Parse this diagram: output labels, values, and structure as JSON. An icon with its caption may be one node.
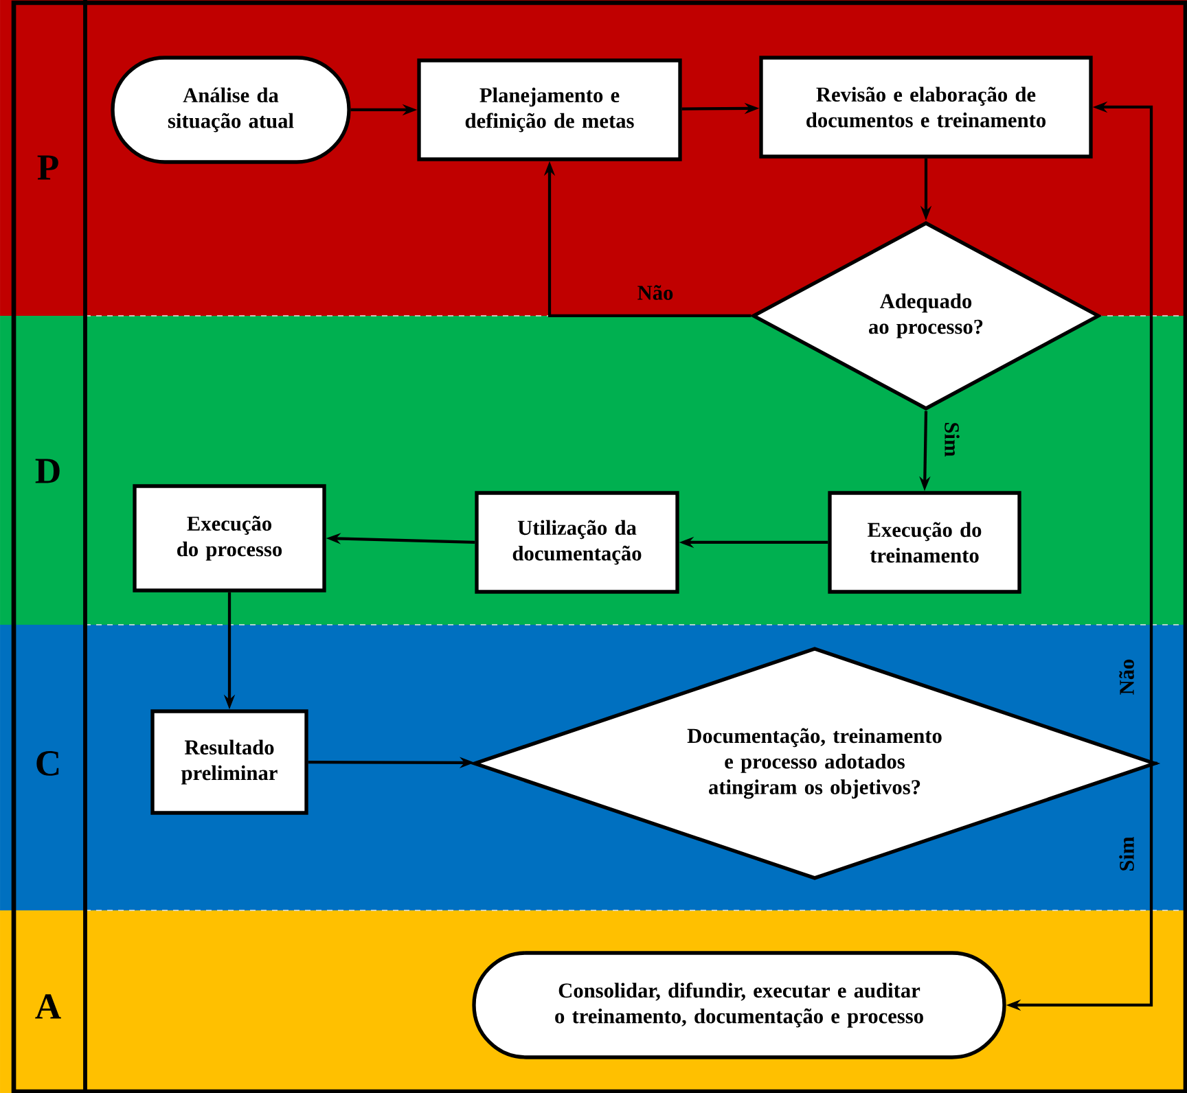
{
  "diagram": {
    "nodes": [
      {
        "text": [
          "Análise da situação atual"
        ]
      },
      {
        "text": [
          "Planejamento e definição de metas"
        ]
      },
      {
        "text": [
          "Revisão e elaboração de documentos e treinamento"
        ]
      },
      {
        "text": [
          "Adequado ao processo?"
        ]
      },
      {
        "text": [
          "Execução do treinamento"
        ]
      },
      {
        "text": [
          "Utilização da documentação"
        ]
      },
      {
        "text": [
          "Execução do processo"
        ]
      },
      {
        "text": [
          "Resultado preliminar"
        ]
      },
      {
        "text": [
          "Documentação, treinamento e processo adotados atingiram os objetivos?"
        ]
      },
      {
        "text": [
          "Consolidar, difundir, executar e auditar o treinamento, documentação e processo"
        ]
      }
    ],
    "edges": [
      {
        "from": 0,
        "to": 1,
        "arrow": "to"
      },
      {
        "from": 1,
        "to": 2,
        "arrow": "to"
      },
      {
        "from": 2,
        "to": 3,
        "arrow": "to"
      },
      {
        "from": 3,
        "to": 1,
        "arrow": "to",
        "label": "Não"
      },
      {
        "from": 3,
        "to": 4,
        "arrow": "to",
        "label": "Sim"
      },
      {
        "from": 4,
        "to": 5,
        "arrow": "to"
      },
      {
        "from": 5,
        "to": 6,
        "arrow": "to"
      },
      {
        "from": 6,
        "to": 7,
        "arrow": "to"
      },
      {
        "from": 7,
        "to": 8,
        "arrow": "to"
      },
      {
        "from": 8,
        "to": 2,
        "arrow": "to",
        "label": "Não"
      },
      {
        "from": 8,
        "to": 9,
        "arrow": "to",
        "label": "Sim"
      }
    ],
    "labels": [
      "P",
      "D",
      "C",
      "A"
    ]
  }
}
